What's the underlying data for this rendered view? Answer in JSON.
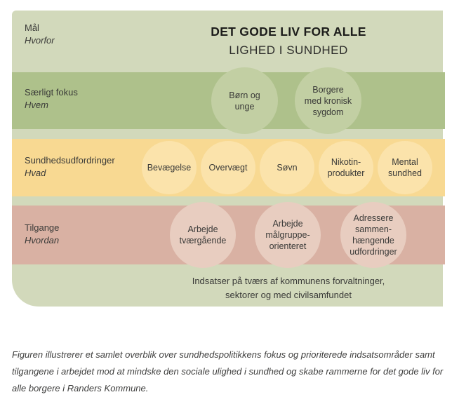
{
  "colors": {
    "container_green": "#d2d9bb",
    "band_green": "#aec18b",
    "circle_green": "#c2cfa3",
    "band_yellow": "#f8d992",
    "circle_yellow": "#fbe3ab",
    "band_rose": "#d9b1a3",
    "circle_rose": "#e8cdc0",
    "title_color": "#1d1d1b"
  },
  "diagram": {
    "title": "DET GODE LIV FOR ALLE",
    "subtitle": "LIGHED I SUNDHED",
    "rows": [
      {
        "label": "Mål",
        "sublabel": "Hvorfor"
      },
      {
        "label": "Særligt fokus",
        "sublabel": "Hvem",
        "circles": [
          "Børn og\nunge",
          "Borgere\nmed kronisk\nsygdom"
        ]
      },
      {
        "label": "Sundhedsudfordringer",
        "sublabel": "Hvad",
        "circles": [
          "Bevægelse",
          "Overvægt",
          "Søvn",
          "Nikotin-\nprodukter",
          "Mental\nsundhed"
        ]
      },
      {
        "label": "Tilgange",
        "sublabel": "Hvordan",
        "circles": [
          "Arbejde\ntværgående",
          "Arbejde\nmålgruppe-\norienteret",
          "Adressere\nsammen-\nhængende\nudfordringer"
        ]
      }
    ],
    "footer_note": "Indsatser på tværs af kommunens forvaltninger,\nsektorer og med civilsamfundet"
  },
  "caption": "Figuren illustrerer et samlet overblik over sundhedspolitikkens fokus og prioriterede indsatsområder samt tilgangene i arbejdet mod at mindske den sociale ulighed i sundhed og skabe rammerne for det gode liv for alle borgere i Randers Kommune."
}
